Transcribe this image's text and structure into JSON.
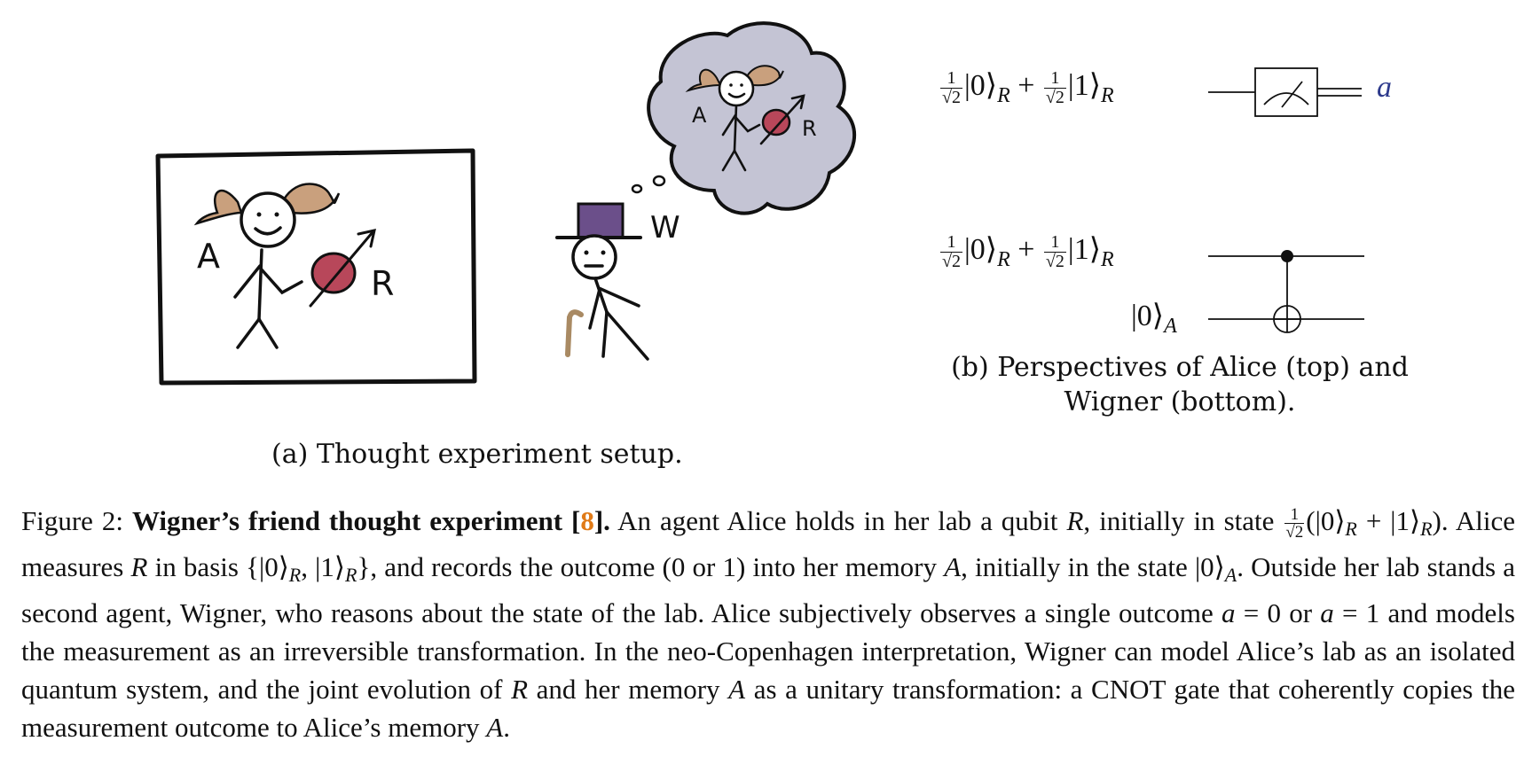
{
  "figure": {
    "panel_a": {
      "label_alice": "A",
      "label_qubit": "R",
      "label_wigner": "W",
      "thought_label_alice": "A",
      "thought_label_qubit": "R",
      "caption": "(a) Thought experiment setup."
    },
    "panel_b": {
      "top_circuit": {
        "state_frac_num": "1",
        "state_frac_den": "√2",
        "ket0": "|0⟩",
        "ket1": "|1⟩",
        "plus": "+",
        "subscript": "R",
        "output_label": "a",
        "output_color": "#2d3a8c"
      },
      "bottom_circuit": {
        "state_frac_num": "1",
        "state_frac_den": "√2",
        "ket0": "|0⟩",
        "ket1": "|1⟩",
        "plus": "+",
        "subscript": "R",
        "memory_ket": "|0⟩",
        "memory_subscript": "A"
      },
      "caption_line1": "(b) Perspectives of Alice (top) and",
      "caption_line2": "Wigner (bottom)."
    },
    "colors": {
      "hair": "#c9a07d",
      "qubit": "#b8475a",
      "hat": "#6b4f8a",
      "cloud": "#c4c4d4",
      "cane": "#a98a63"
    }
  },
  "caption": {
    "prefix": "Figure 2: ",
    "title": "Wigner’s friend thought experiment",
    "ref_open": " [",
    "ref": "8",
    "ref_close": "].",
    "s1": " An agent Alice holds in her lab a qubit ",
    "v_R1": "R",
    "s2": ", initially in state ",
    "frac_num": "1",
    "frac_den": "√2",
    "s3": "(|0⟩",
    "sub_R1": "R",
    "s4": " + |1⟩",
    "sub_R2": "R",
    "s5": "). Alice measures ",
    "v_R2": "R",
    "s6": " in basis {|0⟩",
    "sub_R3": "R",
    "s7": ", |1⟩",
    "sub_R4": "R",
    "s8": "}, and records the outcome (0 or 1) into her memory ",
    "v_A1": "A",
    "s9": ", initially in the state |0⟩",
    "sub_A1": "A",
    "s10": ". Outside her lab stands a second agent, Wigner, who reasons about the state of the lab. Alice subjectively observes a single outcome ",
    "v_a1": "a",
    "s11": " = 0 or ",
    "v_a2": "a",
    "s12": " = 1 and models the measurement as an irreversible transformation. In the neo-Copenhagen interpretation, Wigner can model Alice’s lab as an isolated quantum system, and the joint evolution of ",
    "v_R3": "R",
    "s13": " and her memory ",
    "v_A2": "A",
    "s14": " as a unitary transformation: a CNOT gate that coherently copies the measurement outcome to Alice’s memory ",
    "v_A3": "A",
    "s15": "."
  }
}
